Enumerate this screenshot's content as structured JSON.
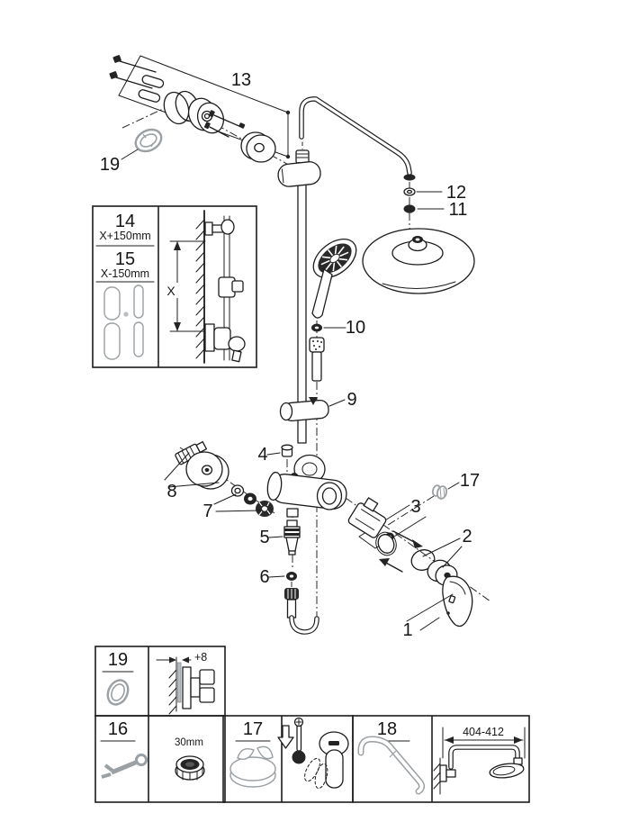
{
  "figure": {
    "background": "#ffffff",
    "line_color": "#1c1c1c",
    "gray_part_color": "#9aa0a3"
  },
  "callouts": {
    "n1": "1",
    "n2": "2",
    "n3": "3",
    "n4": "4",
    "n5": "5",
    "n6": "6",
    "n7": "7",
    "n8": "8",
    "n9": "9",
    "n10": "10",
    "n11": "11",
    "n12": "12",
    "n13": "13",
    "n17": "17",
    "n19": "19"
  },
  "inset_rail": {
    "part_upper": "14",
    "dim_upper": "X+150mm",
    "part_lower": "15",
    "dim_lower": "X-150mm",
    "axis": "X"
  },
  "detail_boxes": {
    "spacer": {
      "num": "19",
      "dim": "+8"
    },
    "wrench": {
      "num": "16",
      "size": "30mm"
    },
    "diverter": {
      "num": "17"
    },
    "arm": {
      "num": "18",
      "dim": "404-412"
    }
  }
}
